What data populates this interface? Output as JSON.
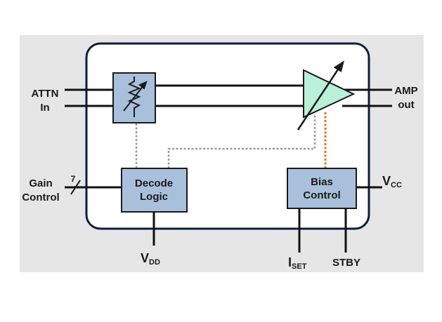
{
  "colors": {
    "page_background": "#ffffff",
    "canvas_background": "#e6e6e6",
    "chip_fill": "#ffffff",
    "chip_border": "#0f1e3a",
    "block_fill": "#a9c0dc",
    "block_border": "#1a1a1a",
    "amplifier_fill": "#b8f0d8",
    "wire": "#111111",
    "digital_link": "#9a9a9a",
    "bias_link": "#e07818"
  },
  "icons": {
    "attenuator": "variable-attenuator-icon",
    "amplifier": "variable-gain-amplifier-icon",
    "bus_slash": "bus-slash-icon"
  },
  "pins": {
    "attn_in": {
      "line1": "ATTN",
      "line2": "In"
    },
    "amp_out": {
      "line1": "AMP",
      "line2": "out"
    },
    "gain_control": {
      "line1": "Gain",
      "line2": "Control",
      "bus_width": "7"
    },
    "vcc": {
      "main": "V",
      "sub": "CC"
    },
    "vdd": {
      "main": "V",
      "sub": "DD"
    },
    "iset": {
      "main": "I",
      "sub": "SET"
    },
    "stby": {
      "label": "STBY"
    }
  },
  "blocks": {
    "decode_logic": {
      "line1": "Decode",
      "line2": "Logic"
    },
    "bias_control": {
      "line1": "Bias",
      "line2": "Control"
    }
  }
}
